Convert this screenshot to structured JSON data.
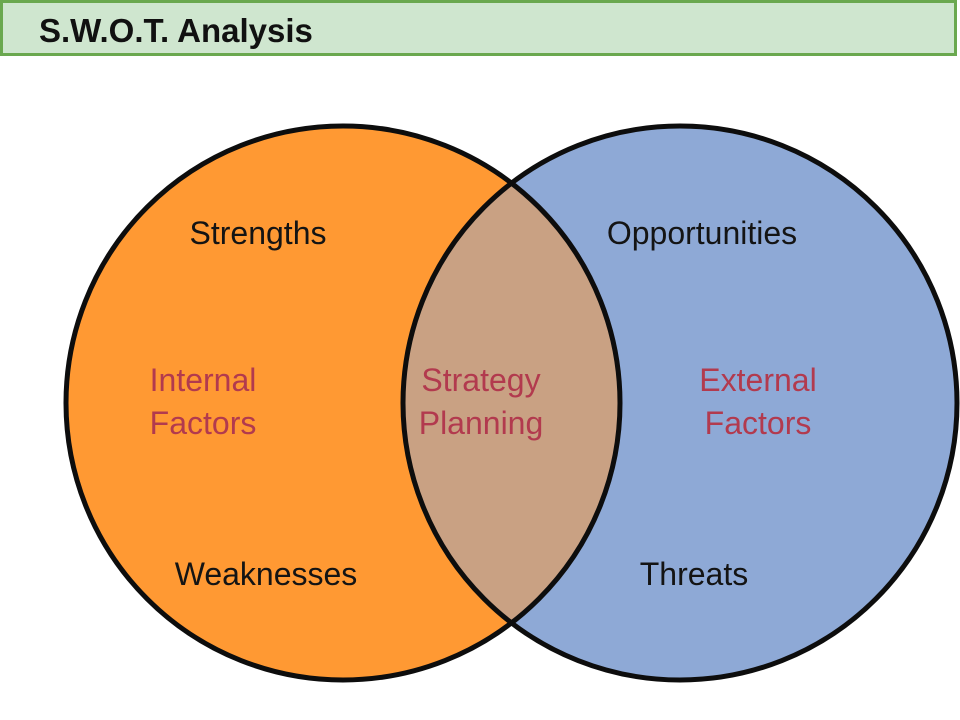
{
  "title": "S.W.O.T. Analysis",
  "colors": {
    "title_background": "#cfe6cf",
    "title_border": "#6aa84f",
    "left_circle": "#ff9933",
    "right_circle": "#8ea9d6",
    "overlap": "#c9a183",
    "outline": "#0d0d0d",
    "quadrant_text": "#141414",
    "factor_text": "#b23a4e"
  },
  "diagram": {
    "left": {
      "top_label": "Strengths",
      "center_line1": "Internal",
      "center_line2": "Factors",
      "bottom_label": "Weaknesses"
    },
    "right": {
      "top_label": "Opportunities",
      "center_line1": "External",
      "center_line2": "Factors",
      "bottom_label": "Threats"
    },
    "overlap": {
      "line1": "Strategy",
      "line2": "Planning"
    }
  }
}
